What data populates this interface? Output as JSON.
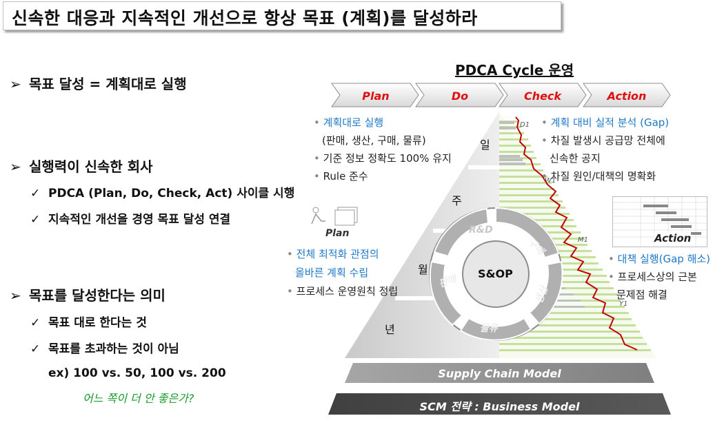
{
  "title": "신속한 대응과 지속적인 개선으로 항상 목표 (계획)를 달성하라",
  "left": {
    "bullet1": "목표 달성 = 계획대로 실행",
    "bullet2": "실행력이 신속한 회사",
    "bullet2_subs": [
      "PDCA (Plan, Do, Check, Act) 사이클 시행",
      "지속적인 개선을 경영 목표 달성 연결"
    ],
    "bullet3": "목표를 달성한다는 의미",
    "bullet3_subs": [
      "목표 대로 한다는 것",
      "목표를 초과하는 것이 아님"
    ],
    "example": "ex) 100 vs. 50, 100 vs. 200",
    "question": "어느 쪽이 더 안 좋은가?"
  },
  "cycle": {
    "title": "PDCA Cycle 운영",
    "phases": [
      "Plan",
      "Do",
      "Check",
      "Action"
    ],
    "plan_items": [
      "계획대로 실행",
      "(판매, 생산, 구매, 물류)",
      "기준 정보 정확도 100% 유지",
      "Rule 준수"
    ],
    "check_items": [
      "계획 대비 실적 분석 (Gap)",
      "차질 발생시 공급망 전체에",
      "신속한 공지",
      "차질 원인/대책의 명확화"
    ],
    "plan_block": [
      "전체 최적화 관점의",
      "올바른 계획 수립",
      "프로세스 운영원칙 정립"
    ],
    "action_items": [
      "대책 실행(Gap 해소)",
      "프로세스상의 근본",
      "문제점 해결"
    ],
    "plan_icon_label": "Plan",
    "action_icon_label": "Action",
    "horizons": [
      "일",
      "주",
      "월",
      "년"
    ],
    "chart_labels": [
      "D1",
      "W1",
      "M1",
      "Y1"
    ],
    "wheel_center": "S&OP",
    "wheel_segments": [
      "R&D",
      "구매",
      "생산",
      "물류",
      "판매"
    ],
    "supply_chain_model": "Supply Chain Model",
    "scm_strategy": "SCM 전략 : Business Model"
  }
}
